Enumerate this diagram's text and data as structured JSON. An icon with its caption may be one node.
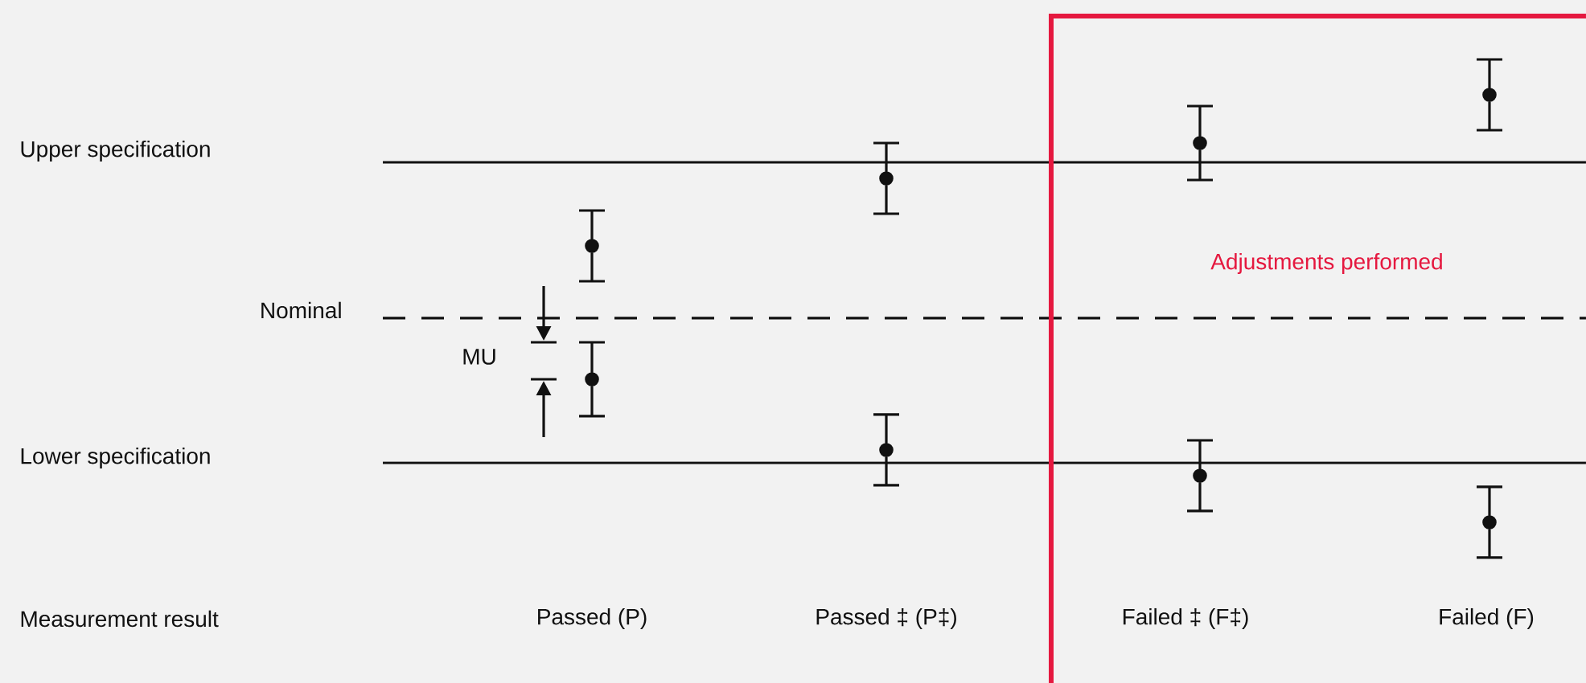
{
  "diagram": {
    "nodes": [
      {
        "text": [
          "Adjustments performed"
        ]
      }
    ],
    "labels": [
      "Upper specification",
      "Nominal",
      "MU",
      "Lower specification",
      "Measurement result",
      "Passed (P)",
      "Passed ‡ (P‡)",
      "Failed ‡ (F‡)",
      "Failed (F)"
    ]
  }
}
